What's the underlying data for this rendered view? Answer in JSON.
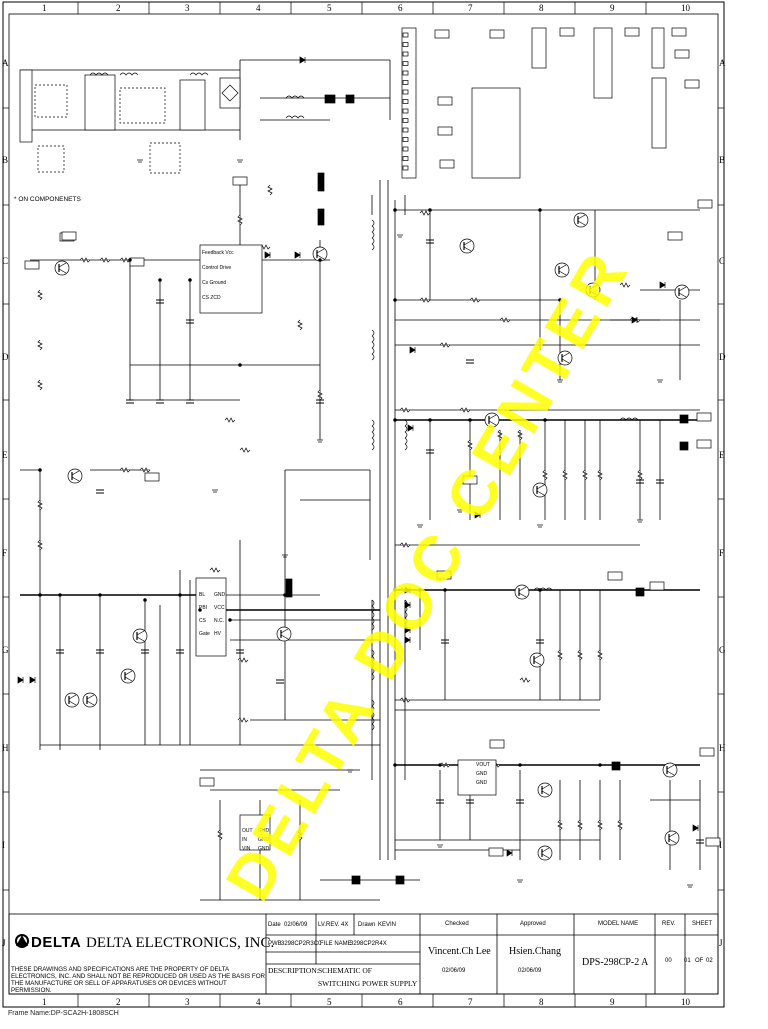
{
  "frame_name": "Frame Name:DP-SCA2H-1808SCH",
  "column_numbers": [
    "1",
    "2",
    "3",
    "4",
    "5",
    "6",
    "7",
    "8",
    "9",
    "10"
  ],
  "row_letters": [
    "A",
    "B",
    "C",
    "D",
    "E",
    "F",
    "G",
    "H",
    "I",
    "J"
  ],
  "note": "ON COMPONENETS",
  "ic_pins_left": [
    "Feedback Vcc",
    "Control Drive",
    "Cs Ground",
    "CS   ZCD"
  ],
  "ic2_pins": [
    "BL",
    "PBI",
    "CS",
    "Gate"
  ],
  "ic2_pins_right": [
    "GND",
    "VCC",
    "N.C.",
    "HV"
  ],
  "ic3_pins": [
    "OUT",
    "IN",
    "VIN"
  ],
  "ic3_pins_right": [
    "GND",
    "GND",
    "GND"
  ],
  "ic4_pins": [
    "VOUT",
    "GND",
    "GND"
  ],
  "title_block": {
    "company": "DELTA ELECTRONICS, INC.",
    "logo": "DELTA",
    "disclaimer": "THESE DRAWINGS AND SPECIFICATIONS ARE THE PROPERTY OF DELTA ELECTRONICS, INC. AND SHALL NOT BE REPRODUCED OR USED AS THE BASIS FOR THE MANUFACTURE OR SELL OF APPARATUSES OR DEVICES WITHOUT PERMISSION.",
    "date_label": "Date",
    "date_value": "02/06/09",
    "lvrev_label": "LV.REV.",
    "lvrev_value": "4X",
    "drawn_label": "Drawn",
    "drawn_value": "KEVIN",
    "pwb_label": "PWB",
    "pwb_value": "3298CP2R3C0",
    "file_label": "FILE NAME",
    "file_value": "3298CP2R4X",
    "description_label": "DESCRIPTION:",
    "description_value": "SCHEMATIC OF",
    "description_value2": "SWITCHING POWER SUPPLY",
    "checked_label": "Checked",
    "checked_name": "Vincent.Ch Lee",
    "checked_date": "02/06/09",
    "approved_label": "Approved",
    "approved_name": "Hsien.Chang",
    "approved_date": "02/06/09",
    "model_label": "MODEL NAME",
    "model_value": "DPS-298CP-2 A",
    "rev_label": "REV.",
    "rev_value": "00",
    "sheet_label": "SHEET",
    "sheet_value": "01",
    "sheet_of": "OF",
    "sheet_total": "02"
  },
  "watermark": "DELTA DOC CENTER",
  "watermark_color": "#ffff00",
  "line_color": "#000000"
}
